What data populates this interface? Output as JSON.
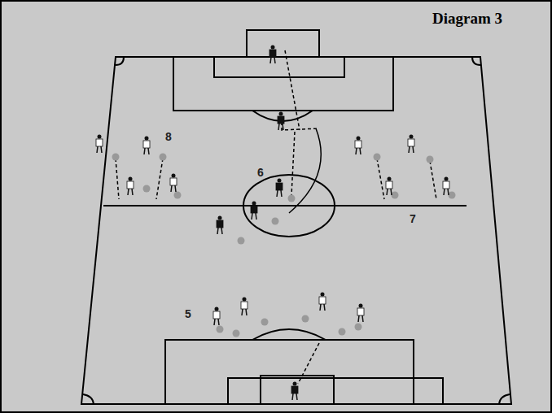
{
  "diagram": {
    "title": "Diagram 3",
    "labels": [
      "8",
      "6",
      "7",
      "5"
    ]
  }
}
